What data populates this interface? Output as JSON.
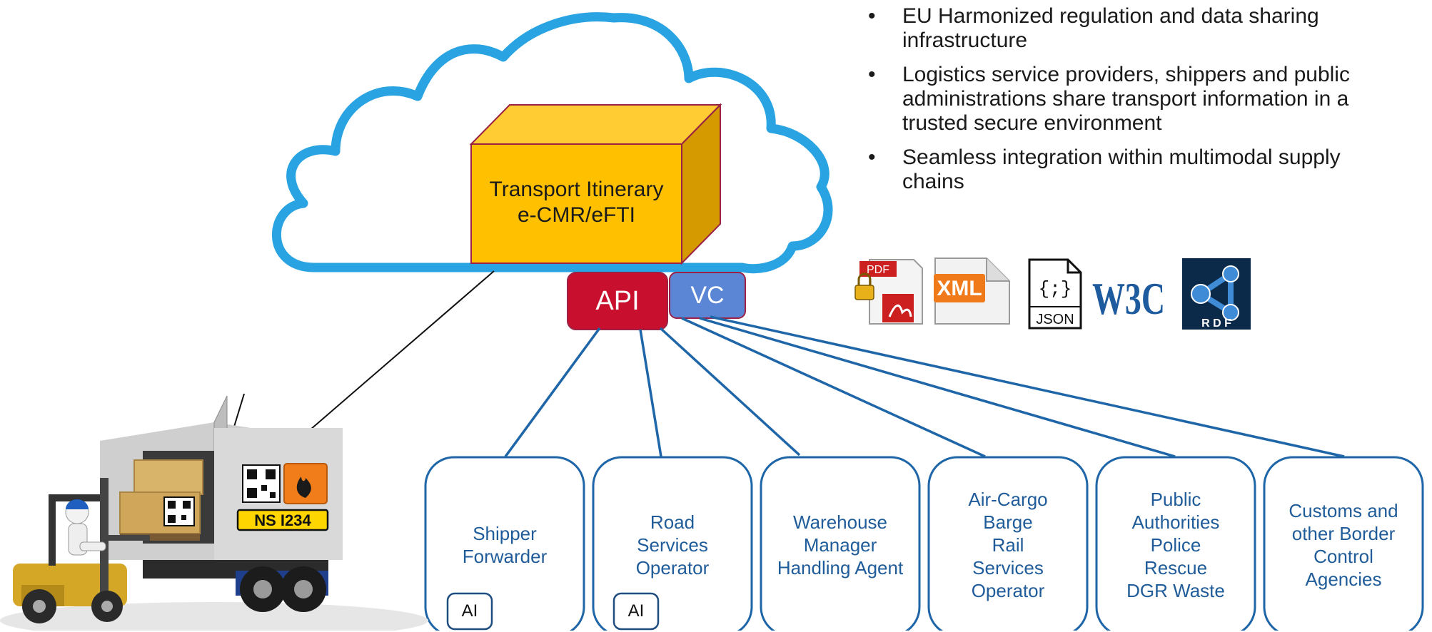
{
  "bullets": [
    "EU Harmonized regulation and data sharing infrastructure",
    "Logistics service providers, shippers and public administrations share transport information in a trusted secure environment",
    "Seamless integration within multimodal supply chains"
  ],
  "bullet_glyph": "•",
  "cloud_box": {
    "line1": "Transport Itinerary",
    "line2": "e-CMR/eFTI"
  },
  "chips": {
    "api": "API",
    "vc": "VC"
  },
  "format_icons": {
    "pdf": "PDF",
    "xml": "XML",
    "json_braces": "{;}",
    "json": "JSON",
    "w3c": "W3C",
    "rdf": "R D F"
  },
  "truck": {
    "plate": "NS I234"
  },
  "stakeholders": [
    {
      "lines": [
        "Shipper",
        "Forwarder"
      ],
      "badge": "AI"
    },
    {
      "lines": [
        "Road",
        "Services",
        "Operator"
      ],
      "badge": "AI"
    },
    {
      "lines": [
        "Warehouse",
        "Manager",
        "Handling Agent"
      ]
    },
    {
      "lines": [
        "Air-Cargo",
        "Barge",
        "Rail",
        "Services",
        "Operator"
      ]
    },
    {
      "lines": [
        "Public",
        "Authorities",
        "Police",
        "Rescue",
        "DGR Waste"
      ]
    },
    {
      "lines": [
        "Customs and",
        "other Border",
        "Control",
        "Agencies"
      ]
    }
  ],
  "colors": {
    "cloud": "#29a3e1",
    "box_front": "#ffc000",
    "box_top": "#ffcd33",
    "box_side": "#d49a00",
    "box_edge": "#9b2245",
    "api": "#c8102e",
    "vc": "#5b86d6",
    "connector": "#1f66a8",
    "stakeholder_border": "#1f66a8",
    "stakeholder_text": "#1f5c99"
  }
}
